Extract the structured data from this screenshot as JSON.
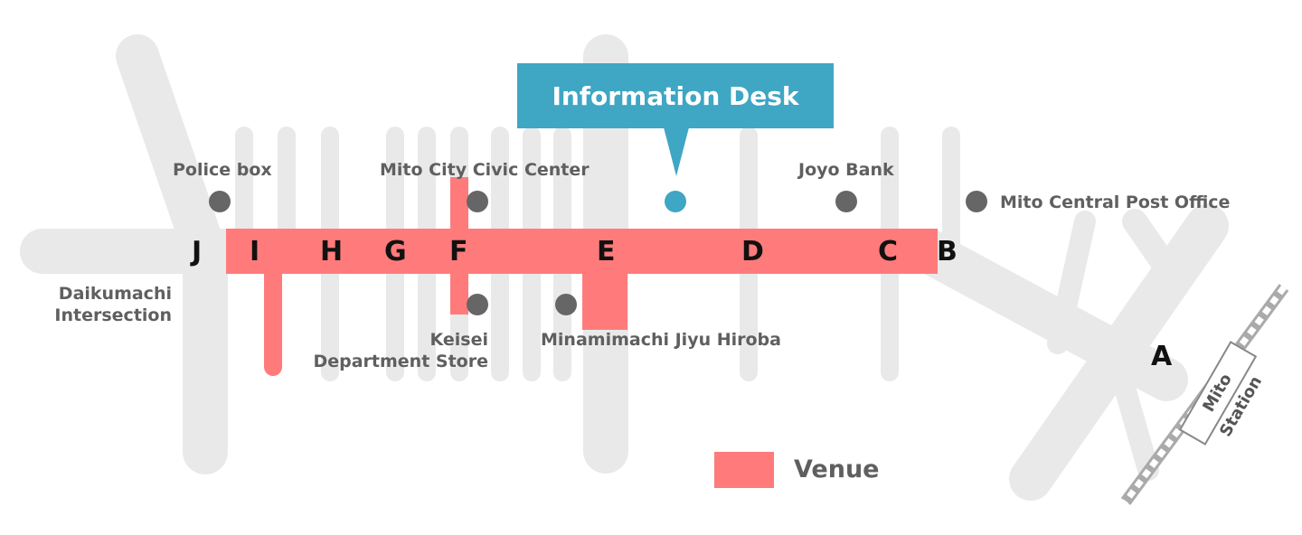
{
  "colors": {
    "road": "#e9e9e9",
    "venue": "#ff7b7b",
    "landmark_dot": "#666666",
    "info_accent": "#3fa6c4",
    "label_text": "#5f5f5f",
    "zone_letter": "#111111"
  },
  "info_desk": {
    "label": "Information Desk"
  },
  "landmarks": {
    "police_box": "Police box",
    "civic_center": "Mito City Civic Center",
    "joyo_bank": "Joyo Bank",
    "post_office": "Mito Central Post Office",
    "daikumachi": [
      "Daikumachi",
      "Intersection"
    ],
    "keisei": [
      "Keisei",
      "Department Store"
    ],
    "minamimachi": "Minamimachi Jiyu Hiroba"
  },
  "zones": [
    "J",
    "I",
    "H",
    "G",
    "F",
    "E",
    "D",
    "C",
    "B",
    "A"
  ],
  "station": {
    "label": "Mito Station"
  },
  "legend": {
    "venue_label": "Venue"
  }
}
